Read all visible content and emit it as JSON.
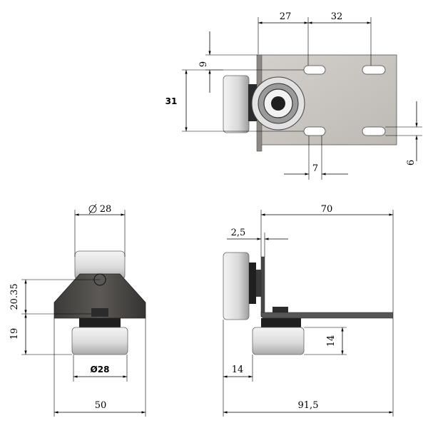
{
  "dimensions": {
    "top_width_left": "27",
    "top_width_right": "32",
    "top_slot_height": "9",
    "top_height": "31",
    "top_slot_width": "7",
    "top_slot_gap": "6",
    "front_diameter_top": "28",
    "front_height_upper": "20.35",
    "front_height_lower": "19",
    "front_diameter_bottom": "Ø28",
    "front_width": "50",
    "side_length_top": "70",
    "side_thickness": "2,5",
    "side_wheel_height": "14",
    "side_wheel_width": "14",
    "side_total_length": "91,5"
  },
  "colors": {
    "plate": "#c9c6c2",
    "plate_edge": "#555555",
    "bracket_dark": "#4a4846",
    "wheel_light": "#e6e6e6",
    "wheel_shade": "#b8b8b8",
    "hub_dark": "#2b2b2b"
  },
  "icons": {
    "diameter_symbol": "diameter-icon"
  }
}
